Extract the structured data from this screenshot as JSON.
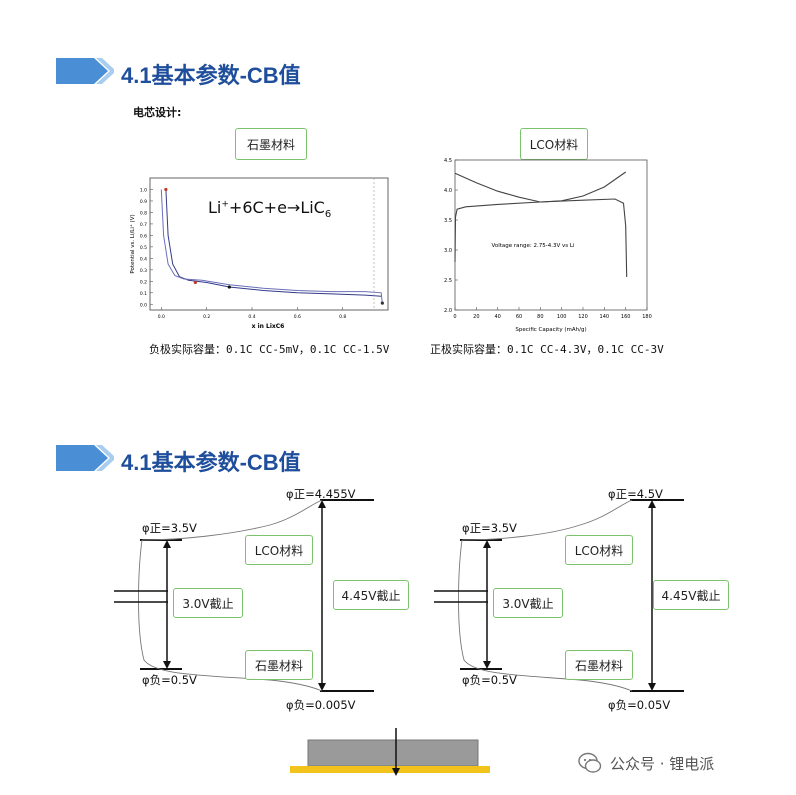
{
  "section1": {
    "title": "4.1基本参数-CB值",
    "subhead": "电芯设计:"
  },
  "left_chart": {
    "box_label": "石墨材料",
    "equation_main": "Li",
    "equation_sup": "+",
    "equation_mid": "+6C+e→LiC",
    "equation_sub": "6",
    "ylabel": "Potential vs. Li/Li⁺ (V)",
    "xlabel": "x in LixC6",
    "caption": "负极实际容量：0.1C CC-5mV，0.1C CC-1.5V",
    "chart_data": {
      "type": "line",
      "xlabel": "x in LixC6",
      "ylabel": "Potential vs. Li/Li⁺ (V)",
      "xlim": [
        -0.05,
        1.0
      ],
      "ylim": [
        -0.05,
        1.1
      ],
      "xticks": [
        "0.0",
        "0.2",
        "0.4",
        "0.6",
        "0.8"
      ],
      "yticks": [
        "0.0",
        "0.1",
        "0.2",
        "0.3",
        "0.4",
        "0.5",
        "0.6",
        "0.7",
        "0.8",
        "0.9",
        "1.0"
      ],
      "series": [
        {
          "values": [
            [
              0.02,
              1.0
            ],
            [
              0.03,
              0.6
            ],
            [
              0.05,
              0.35
            ],
            [
              0.08,
              0.24
            ],
            [
              0.12,
              0.21
            ],
            [
              0.2,
              0.19
            ],
            [
              0.3,
              0.15
            ],
            [
              0.45,
              0.12
            ],
            [
              0.6,
              0.1
            ],
            [
              0.75,
              0.09
            ],
            [
              0.9,
              0.08
            ],
            [
              0.97,
              0.07
            ]
          ]
        },
        {
          "values": [
            [
              0.0,
              1.0
            ],
            [
              0.01,
              0.6
            ],
            [
              0.03,
              0.35
            ],
            [
              0.06,
              0.25
            ],
            [
              0.1,
              0.22
            ],
            [
              0.18,
              0.21
            ],
            [
              0.3,
              0.17
            ],
            [
              0.45,
              0.14
            ],
            [
              0.6,
              0.12
            ],
            [
              0.75,
              0.11
            ],
            [
              0.9,
              0.11
            ],
            [
              0.97,
              0.1
            ],
            [
              0.975,
              0.01
            ]
          ]
        }
      ]
    }
  },
  "right_chart": {
    "box_label": "LCO材料",
    "annotation": "Voltage range: 2.75-4.3V vs Li",
    "xlabel": "Specific Capacity (mAh/g)",
    "caption": "正极实际容量：0.1C CC-4.3V，0.1C CC-3V",
    "chart_data": {
      "type": "line",
      "xlabel": "Specific Capacity (mAh/g)",
      "xlim": [
        0,
        180
      ],
      "ylim": [
        2.0,
        4.5
      ],
      "xticks": [
        "0",
        "20",
        "40",
        "60",
        "80",
        "100",
        "120",
        "140",
        "160",
        "180"
      ],
      "yticks": [
        "2.0",
        "2.5",
        "3.0",
        "3.5",
        "4.0",
        "4.5"
      ],
      "series": [
        {
          "values": [
            [
              0,
              4.28
            ],
            [
              20,
              4.12
            ],
            [
              40,
              3.98
            ],
            [
              60,
              3.88
            ],
            [
              80,
              3.8
            ],
            [
              100,
              3.82
            ],
            [
              120,
              3.9
            ],
            [
              140,
              4.05
            ],
            [
              160,
              4.3
            ]
          ]
        },
        {
          "values": [
            [
              0,
              2.8
            ],
            [
              0.5,
              3.55
            ],
            [
              2,
              3.68
            ],
            [
              10,
              3.72
            ],
            [
              40,
              3.76
            ],
            [
              80,
              3.8
            ],
            [
              120,
              3.83
            ],
            [
              150,
              3.85
            ],
            [
              158,
              3.78
            ],
            [
              160,
              3.4
            ],
            [
              161,
              2.55
            ]
          ]
        }
      ]
    }
  },
  "section2": {
    "title": "4.1基本参数-CB值"
  },
  "diagram_left": {
    "phi_pos_top": "φ正=4.455V",
    "phi_pos_low": "φ正=3.5V",
    "phi_neg_high": "φ负=0.5V",
    "phi_neg_low": "φ负=0.005V",
    "lco_label": "LCO材料",
    "graphite_label": "石墨材料",
    "cutoff_short": "3.0V截止",
    "cutoff_long": "4.45V截止"
  },
  "diagram_right": {
    "phi_pos_top": "φ正=4.5V",
    "phi_pos_low": "φ正=3.5V",
    "phi_neg_high": "φ负=0.5V",
    "phi_neg_low": "φ负=0.05V",
    "lco_label": "LCO材料",
    "graphite_label": "石墨材料",
    "cutoff_short": "3.0V截止",
    "cutoff_long": "4.45V截止"
  },
  "watermark": {
    "text": "公众号 · 锂电派"
  },
  "colors": {
    "title_blue": "#1f4e9c",
    "arrow_blue": "#4a8fd6",
    "box_green": "#7cc36d",
    "plate_gold": "#f2c31a",
    "plate_gray": "#9a9a9a"
  }
}
